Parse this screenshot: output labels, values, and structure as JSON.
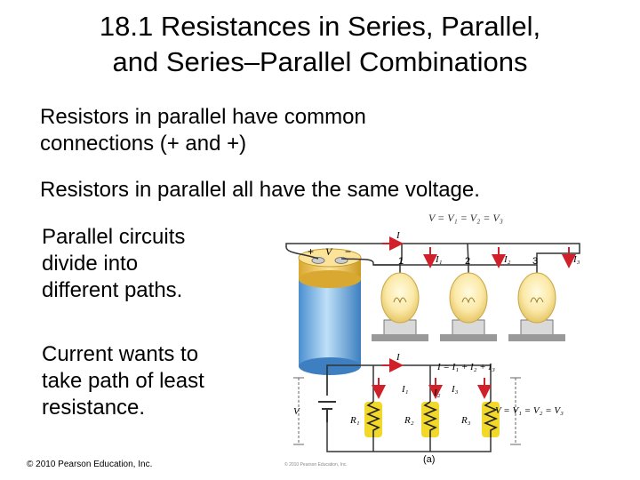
{
  "slide": {
    "title_line1": "18.1 Resistances in Series, Parallel,",
    "title_line2": "and Series–Parallel Combinations",
    "bullet1_line1": "Resistors in parallel have common",
    "bullet1_line2": "connections (+ and +)",
    "bullet2": "Resistors in parallel all have the same voltage.",
    "bullet3_line1": "Parallel circuits",
    "bullet3_line2": "divide into",
    "bullet3_line3": "different paths.",
    "bullet4_line1": "Current wants to",
    "bullet4_line2": "take path of least",
    "bullet4_line3": "resistance.",
    "copyright": "© 2010 Pearson Education, Inc.",
    "tiny_credit": "© 2010 Pearson Education, Inc."
  },
  "figure": {
    "top_equation": "V = V₁ = V₂ = V₃",
    "battery_plus": "+",
    "battery_v": "V",
    "battery_minus": "−",
    "current_top": "I",
    "i1": "I₁",
    "i2": "I₂",
    "i3": "I₃",
    "bulb1": "1",
    "bulb2": "2",
    "bulb3": "3",
    "schem_current": "I",
    "schem_current_eq": "I = I₁ + I₂ + I₃",
    "schem_i1": "I₁",
    "schem_i2": "I₂",
    "schem_i3": "I₃",
    "schem_v": "V",
    "r1": "R₁",
    "r2": "R₂",
    "r3": "R₃",
    "schem_v_eq": "V = V₁ = V₂ = V₃",
    "panel_label": "(a)"
  }
}
